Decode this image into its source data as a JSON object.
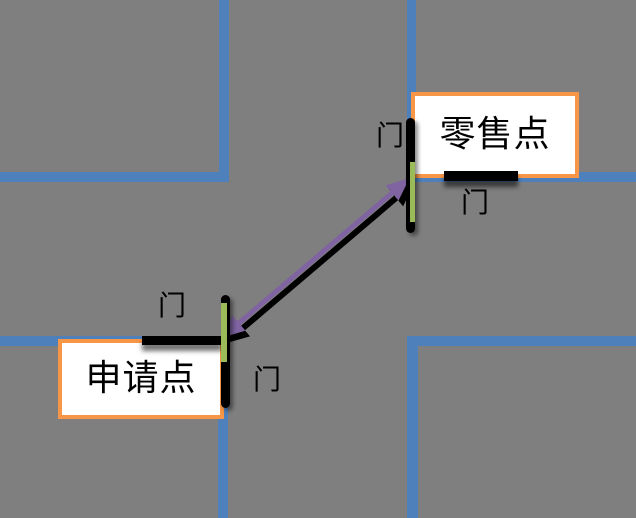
{
  "diagram": {
    "title_hint": "retail-application route diagram",
    "background_color": "#7F7F7F",
    "retail_point": {
      "label": "零售点"
    },
    "application_point": {
      "label": "申请点"
    },
    "doors": {
      "label": "门"
    },
    "colors": {
      "street_curb": "#4E80BC",
      "box_border": "#F79646",
      "box_fill": "#FFFFFF",
      "door_leaf": "#9BBB59",
      "wall": "#000000",
      "route_arrow": "#8064A2",
      "arrow_shadow": "#000000",
      "text": "#000000"
    }
  }
}
